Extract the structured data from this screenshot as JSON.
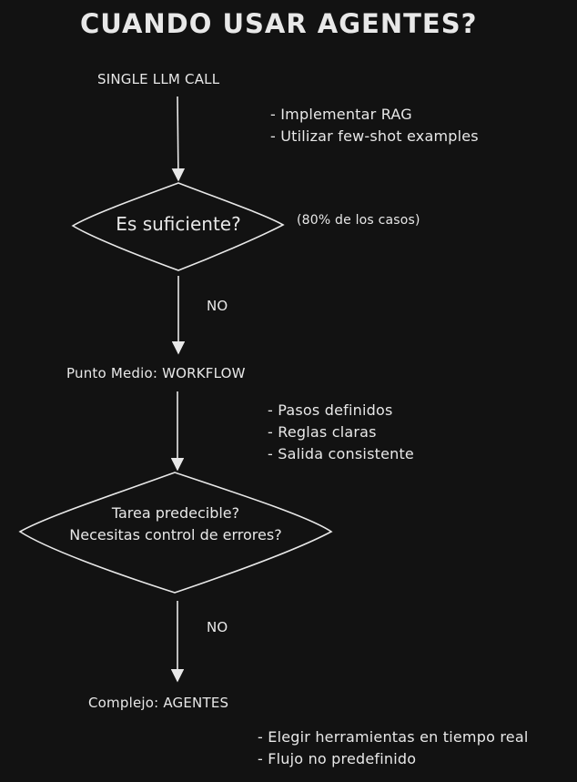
{
  "title": "CUANDO USAR AGENTES?",
  "nodes": {
    "single_llm": "SINGLE LLM CALL",
    "decision_1": "Es suficiente?",
    "workflow": "Punto Medio: WORKFLOW",
    "decision_2_line1": "Tarea predecible?",
    "decision_2_line2": "Necesitas control de errores?",
    "agents": "Complejo: AGENTES"
  },
  "notes": {
    "single_llm": [
      "- Implementar RAG",
      "- Utilizar few-shot examples"
    ],
    "decision_1": "(80% de los casos)",
    "workflow": [
      "- Pasos definidos",
      "- Reglas claras",
      "- Salida consistente"
    ],
    "agents": [
      "- Elegir herramientas en tiempo real",
      "- Flujo no predefinido"
    ]
  },
  "edges": {
    "no_1": "NO",
    "no_2": "NO"
  },
  "colors": {
    "background": "#121212",
    "stroke": "#e8e8e8"
  }
}
